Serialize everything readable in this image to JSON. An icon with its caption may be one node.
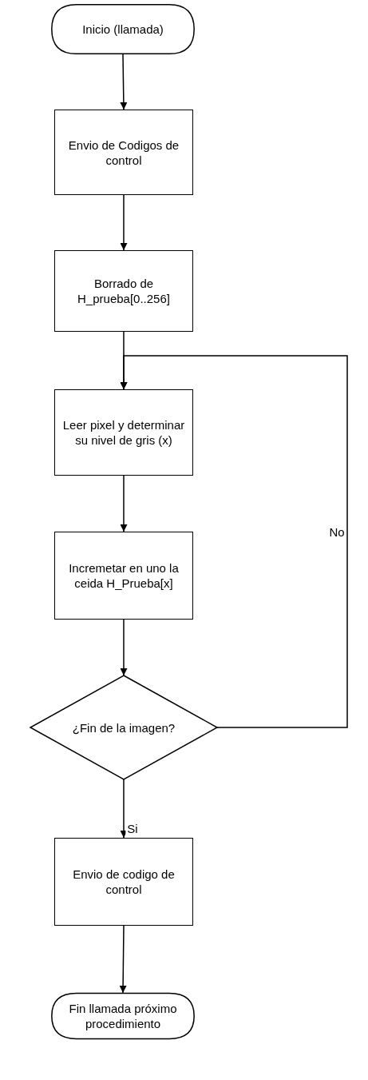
{
  "diagram": {
    "nodes": [
      {
        "text": [
          "Inicio (llamada)"
        ]
      },
      {
        "text": [
          "Envio de Codigos de control"
        ]
      },
      {
        "text": [
          "Borrado de H_prueba[0..256]"
        ]
      },
      {
        "text": [
          "Leer pixel y determinar su nivel de gris (x)"
        ]
      },
      {
        "text": [
          "Incremetar en uno la ceida H_Prueba[x]"
        ]
      },
      {
        "text": [
          "¿Fin de la imagen?"
        ]
      },
      {
        "text": [
          "Envio de codigo de control"
        ]
      },
      {
        "text": [
          "Fin llamada próximo procedimiento"
        ]
      }
    ],
    "edges": [
      {
        "from": 0,
        "to": 1,
        "arrow": "to"
      },
      {
        "from": 1,
        "to": 2,
        "arrow": "to"
      },
      {
        "from": 2,
        "to": 3,
        "arrow": "to"
      },
      {
        "from": 3,
        "to": 4,
        "arrow": "to"
      },
      {
        "from": 4,
        "to": 5,
        "arrow": "to"
      },
      {
        "from": 5,
        "to": 3,
        "arrow": "to",
        "label": "No"
      },
      {
        "from": 5,
        "to": 6,
        "arrow": "to",
        "label": "Si"
      },
      {
        "from": 6,
        "to": 7,
        "arrow": "to"
      }
    ]
  }
}
